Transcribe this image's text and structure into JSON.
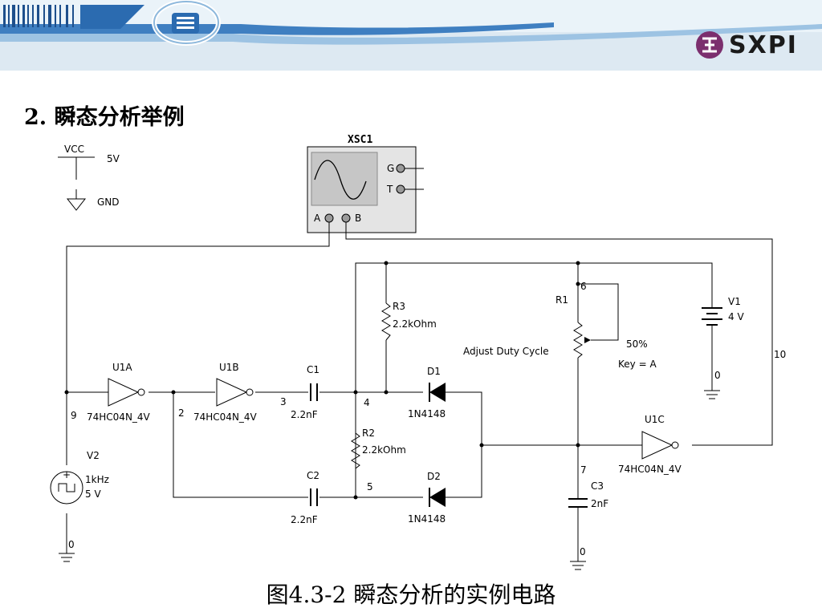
{
  "slide": {
    "heading": "2. 瞬态分析举例",
    "caption": "图4.3-2  瞬态分析的实例电路",
    "logo_text": "SXPI"
  },
  "schematic": {
    "power": {
      "vcc_label": "VCC",
      "vcc_value": "5V",
      "gnd_label": "GND"
    },
    "scope": {
      "name": "XSC1",
      "ports": [
        "G",
        "T",
        "A",
        "B"
      ]
    },
    "v2": {
      "name": "V2",
      "freq": "1kHz",
      "amp": "5 V",
      "plus": "+"
    },
    "u1a": {
      "name": "U1A",
      "part": "74HC04N_4V"
    },
    "u1b": {
      "name": "U1B",
      "part": "74HC04N_4V"
    },
    "u1c": {
      "name": "U1C",
      "part": "74HC04N_4V"
    },
    "c1": {
      "name": "C1",
      "value": "2.2nF"
    },
    "c2": {
      "name": "C2",
      "value": "2.2nF"
    },
    "c3": {
      "name": "C3",
      "value": "2nF"
    },
    "r2": {
      "name": "R2",
      "value": "2.2kOhm"
    },
    "r3": {
      "name": "R3",
      "value": "2.2kOhm"
    },
    "r1": {
      "name": "R1",
      "label": "Adjust Duty Cycle",
      "percent": "50%",
      "key": "Key = A"
    },
    "d1": {
      "name": "D1",
      "part": "1N4148"
    },
    "d2": {
      "name": "D2",
      "part": "1N4148"
    },
    "v1": {
      "name": "V1",
      "value": "4 V"
    },
    "nodes": {
      "n9": "9",
      "n2": "2",
      "n3": "3",
      "n4": "4",
      "n5": "5",
      "n6": "6",
      "n7": "7",
      "n10": "10",
      "n0a": "0",
      "n0b": "0",
      "n0c": "0"
    }
  },
  "colors": {
    "banner_light": "#e6f1f8",
    "banner_dark": "#2b6bb0",
    "logo_circle": "#7b2f6e"
  }
}
